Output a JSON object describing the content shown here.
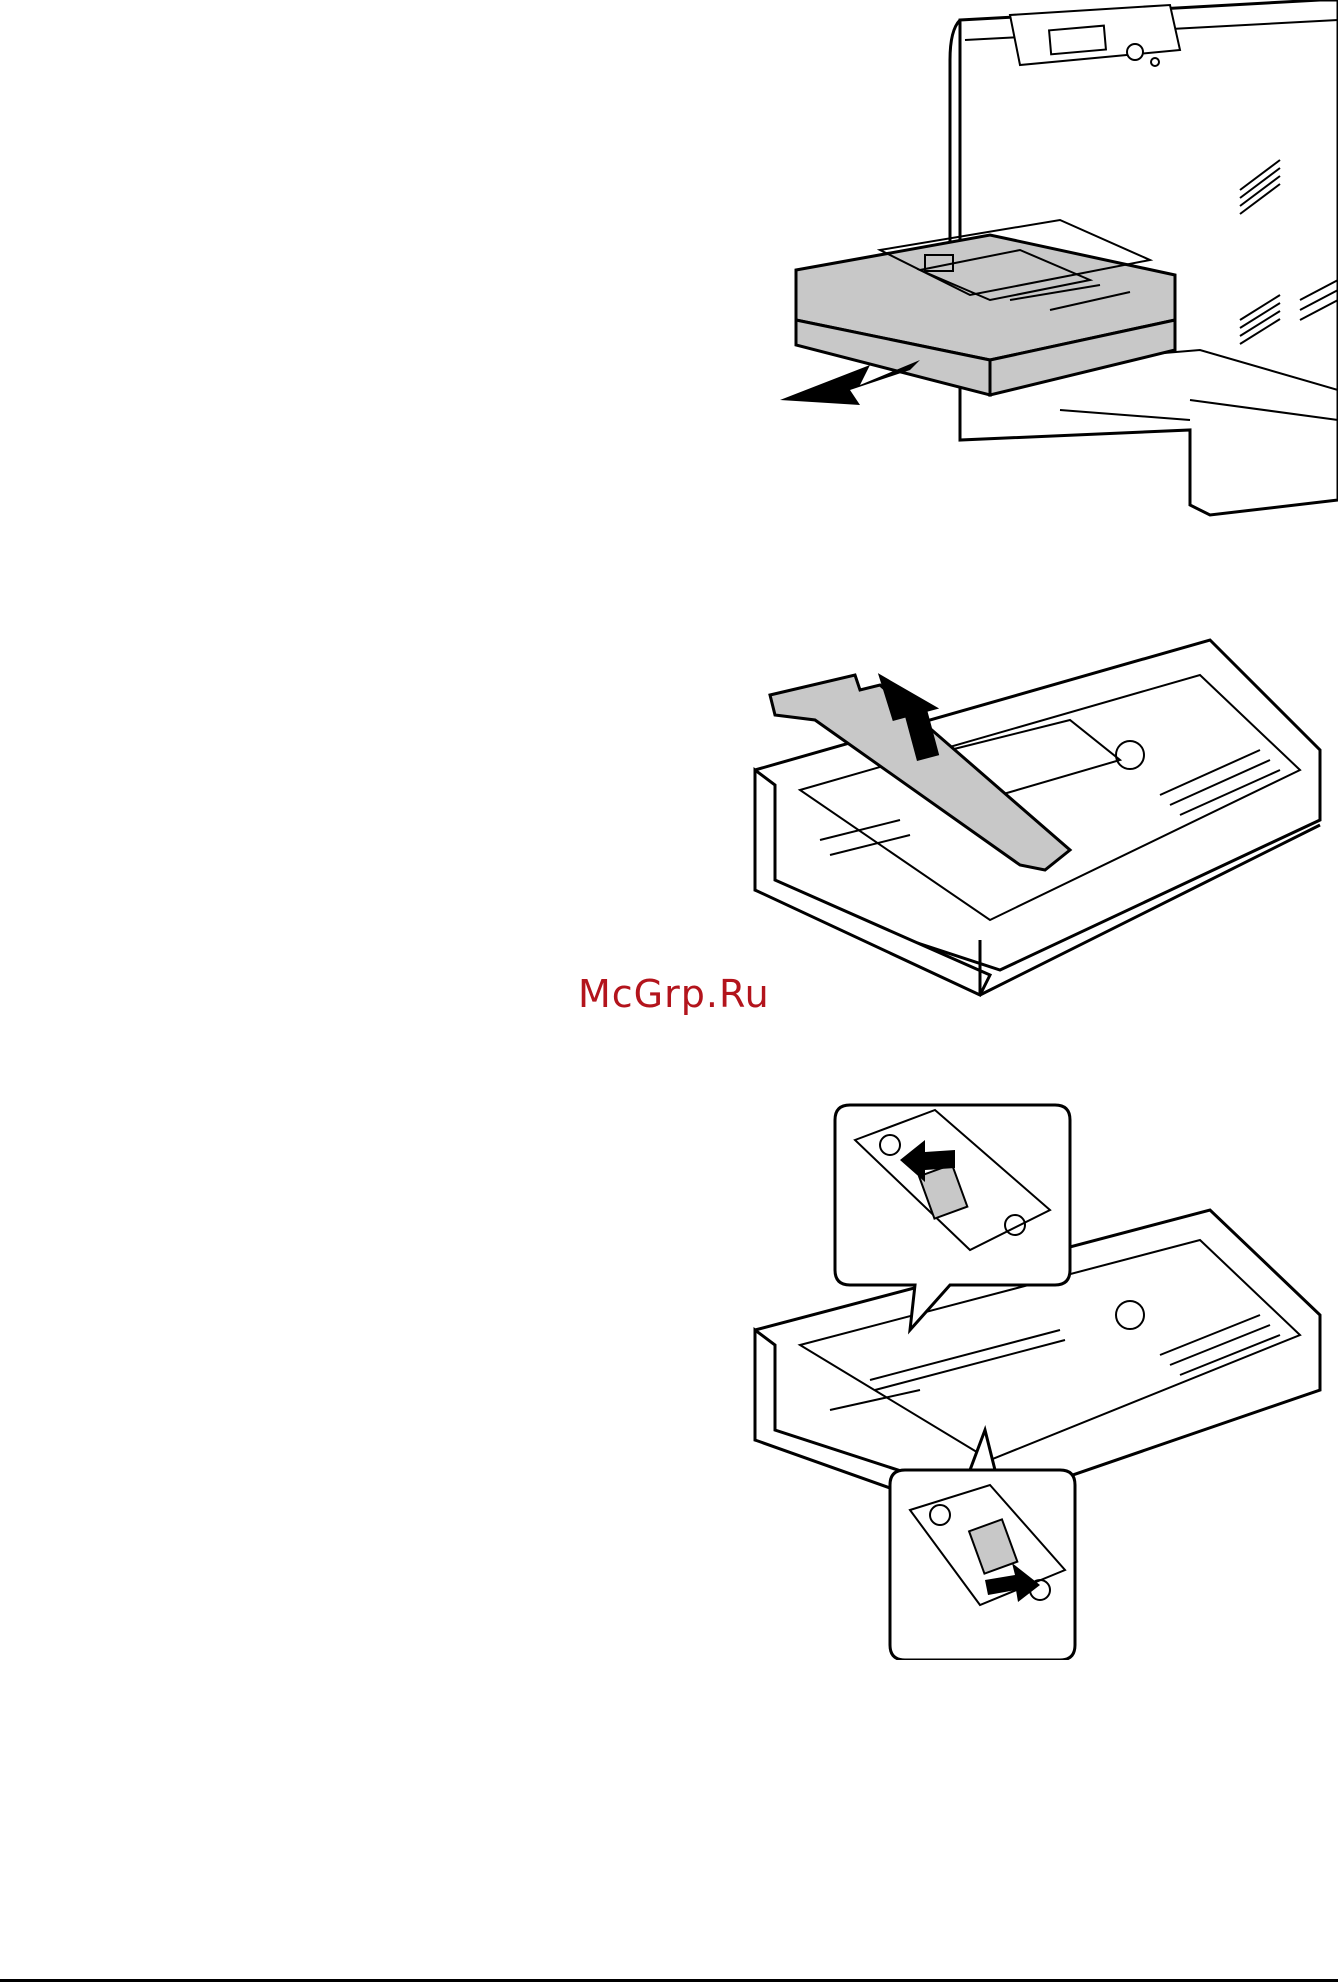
{
  "watermark": {
    "text": "McGrp.Ru",
    "color": "#b3141c"
  },
  "figures": [
    {
      "icon": "pull-out-tray-illustration"
    },
    {
      "icon": "remove-tray-cover-illustration"
    },
    {
      "icon": "tray-guide-lock-illustration"
    }
  ],
  "colors": {
    "tray_fill": "#c8c8c8",
    "outline": "#000000",
    "arrow": "#000000"
  }
}
